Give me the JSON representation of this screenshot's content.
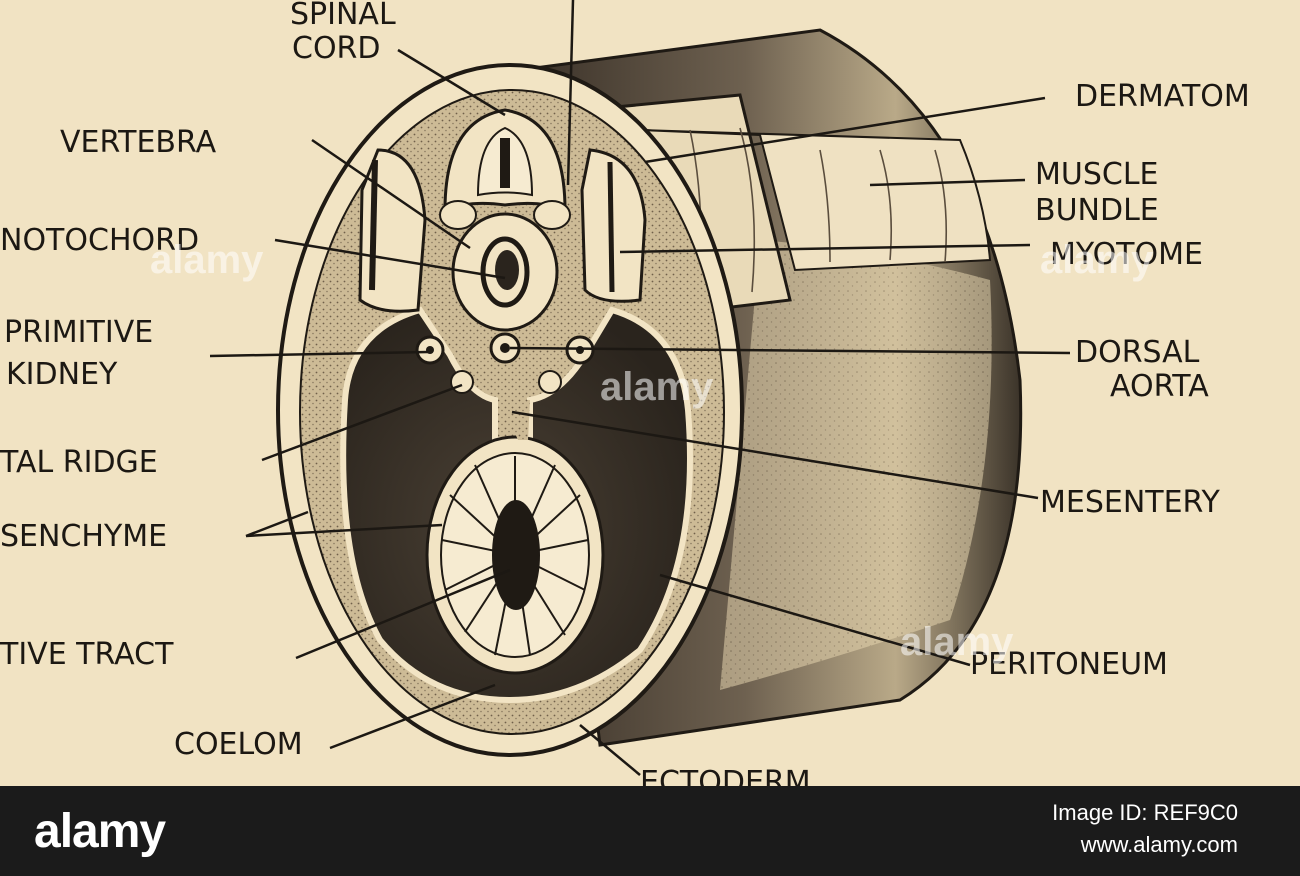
{
  "labels": {
    "spinal_cord": [
      "SPINAL",
      "CORD"
    ],
    "vertebra": "VERTEBRA",
    "notochord": "NOTOCHORD",
    "primitive_kidney": [
      "PRIMITIVE",
      "KIDNEY"
    ],
    "genital_ridge": "TAL RIDGE",
    "mesenchyme": "SENCHYME",
    "digestive_tract": "TIVE TRACT",
    "coelom": "COELOM",
    "dermatome": "DERMATOM",
    "muscle_bundle": [
      "MUSCLE",
      "BUNDLE"
    ],
    "myotome": "MYOTOME",
    "dorsal_aorta": [
      "DORSAL",
      "AORTA"
    ],
    "mesentery": "MESENTERY",
    "peritoneum": "PERITONEUM",
    "ectoderm": "ECTODERM"
  },
  "watermark": "alamy",
  "footer": {
    "logo": "alamy",
    "image_id": "Image ID: REF9C0",
    "site": "www.alamy.com"
  },
  "colors": {
    "paper": "#f1e3c3",
    "ink": "#1c1813",
    "footer_bg": "#1b1b1b"
  }
}
